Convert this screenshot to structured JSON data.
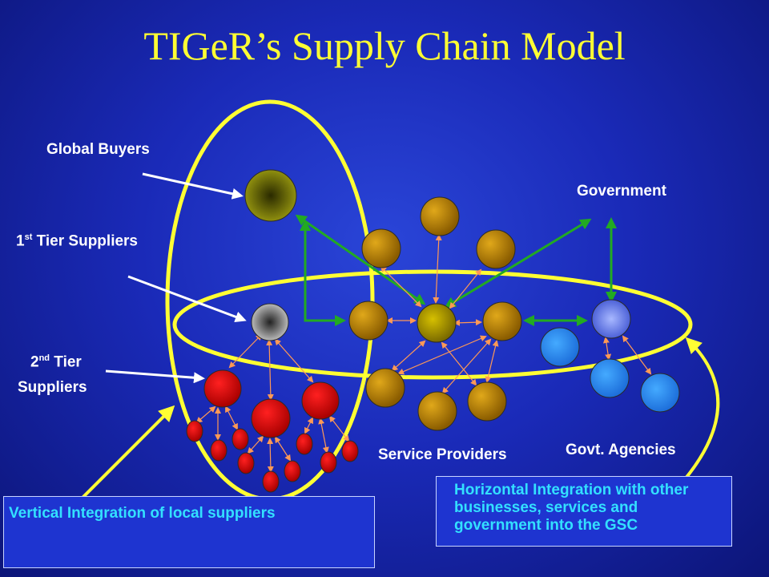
{
  "title": "TIGeR’s Supply Chain Model",
  "labels": {
    "global_buyers": "Global Buyers",
    "tier1_prefix": "1",
    "tier1_sup": "st",
    "tier1_rest": " Tier Suppliers",
    "tier2_prefix": "2",
    "tier2_sup": "nd",
    "tier2_rest": " Tier",
    "tier2_line2": "Suppliers",
    "government": "Government",
    "service_providers": "Service Providers",
    "govt_agencies": "Govt. Agencies"
  },
  "notes": {
    "vertical": "Vertical Integration of local suppliers",
    "horizontal_1": "Horizontal Integration with other",
    "horizontal_2": "businesses, services and",
    "horizontal_3": "government into the GSC"
  },
  "colors": {
    "title": "#ffff33",
    "ellipse": "#ffff33",
    "note_text": "#33e0ff",
    "green_arrow": "#22aa22",
    "orange_arrow": "#ff9955"
  }
}
